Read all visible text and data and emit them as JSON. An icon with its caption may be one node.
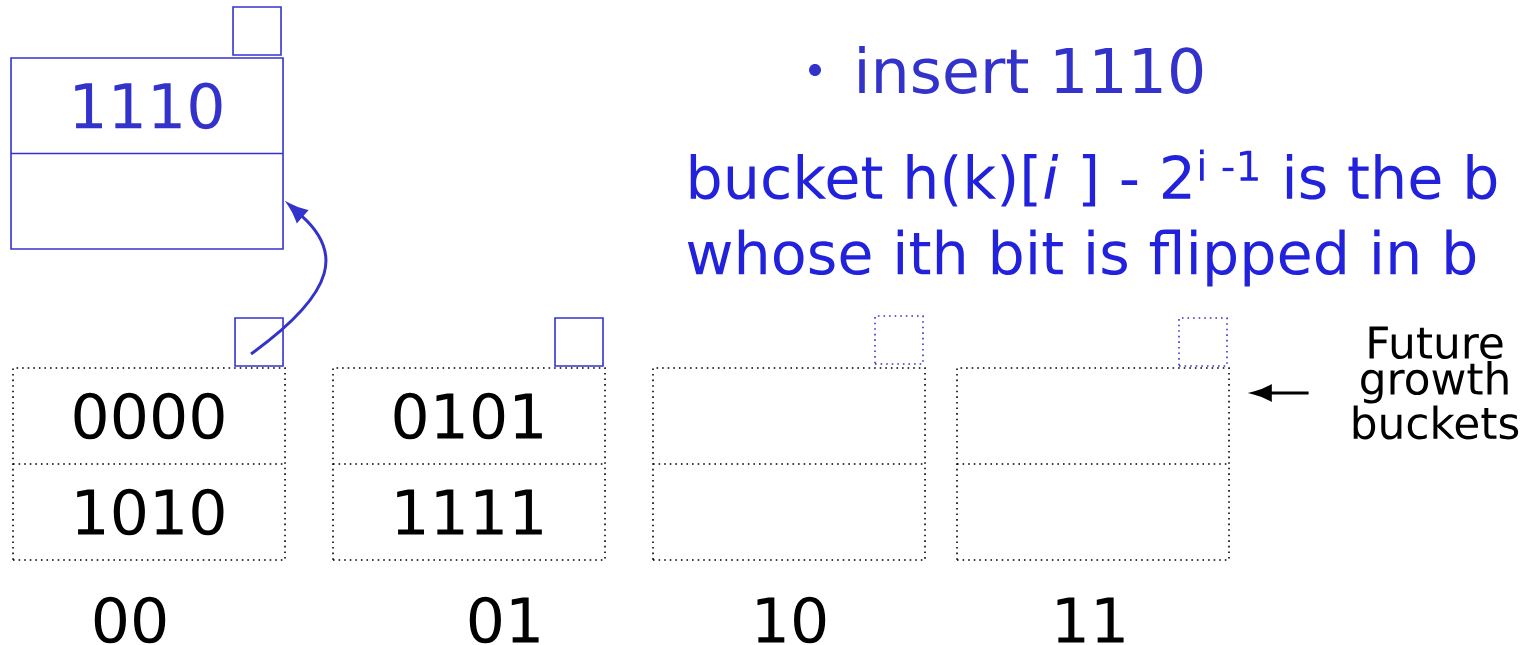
{
  "diagram": {
    "nodes": [
      {
        "text": [],
        "shape": "box"
      },
      {
        "text": [
          "1110"
        ]
      },
      {
        "text": [],
        "shape": "box"
      },
      {
        "text": [
          "0000",
          "1010"
        ]
      },
      {
        "text": [],
        "shape": "box"
      },
      {
        "text": [
          "0101",
          "1111"
        ]
      },
      {
        "text": [],
        "shape": "box"
      },
      {
        "text": [],
        "shape": "box"
      },
      {
        "text": [],
        "shape": "box"
      },
      {
        "text": [],
        "shape": "box"
      },
      {
        "text": [
          "Future growth buckets"
        ]
      }
    ],
    "edges": [
      {
        "from": 2,
        "to": 1,
        "arrow": "to",
        "color": "#3333cc"
      },
      {
        "from": 10,
        "to": 9,
        "arrow": "to",
        "color": "#000000"
      }
    ],
    "labels": [
      "insert 1110",
      "bucket h(k)[*i* ] - 2$^{i -1}$ is the b",
      "whose ith bit is flipped in b",
      "00",
      "01",
      "10",
      "11"
    ]
  }
}
